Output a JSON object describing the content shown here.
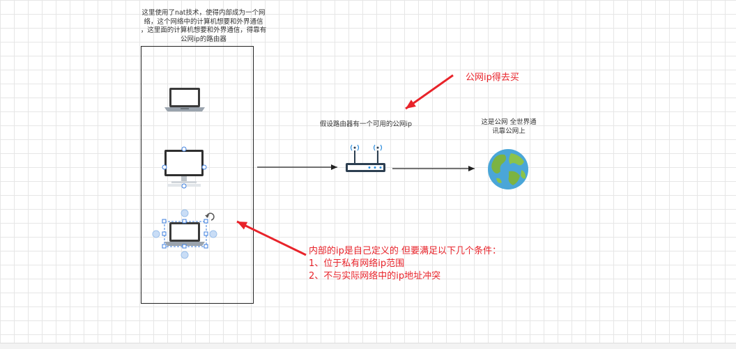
{
  "nat_note": "这里使用了nat技术，使得内部成为一个网\n络，这个网络中的计算机想要和外界通信\n，这里面的计算机想要和外界通信，得靠有\n公网ip的路由器",
  "router_label": "假设路由器有一个可用的公网ip",
  "internet_label": "这是公网 全世界通\n讯靠公网上",
  "buy_note": "公网ip得去买",
  "requirements": {
    "title": "内部的ip是自己定义的 但要满足以下几个条件：",
    "items": [
      "1、位于私有网络ip范围",
      "2、不与实际网络中的ip地址冲突"
    ]
  },
  "colors": {
    "annotation": "#e8232a",
    "line": "#222222",
    "selection": "#3b7ddd",
    "globe_ocean": "#4aa6d8",
    "globe_land": "#7cb342"
  },
  "icons": [
    "laptop-icon",
    "desktop-monitor-icon",
    "laptop-icon",
    "wifi-router-icon",
    "globe-icon"
  ]
}
